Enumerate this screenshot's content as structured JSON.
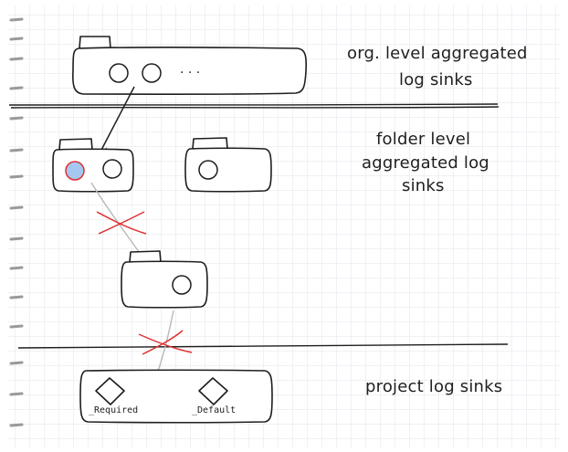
{
  "labels": {
    "org_line1": "org. level aggregated",
    "org_line2": "log sinks",
    "folder_line1": "folder level",
    "folder_line2": "aggregated log",
    "folder_line3": "sinks",
    "project": "project log sinks"
  },
  "org_box": {
    "ellipsis": "· · ·"
  },
  "project_box": {
    "sinks": [
      "_Required",
      "_Default"
    ]
  },
  "colors": {
    "ink": "#1e1e1e",
    "grid": "#dfe3ea",
    "selected_fill": "#a5c8f0",
    "selected_stroke": "#e03131",
    "blocked": "#e03131",
    "flow": "#b8b8b8"
  }
}
